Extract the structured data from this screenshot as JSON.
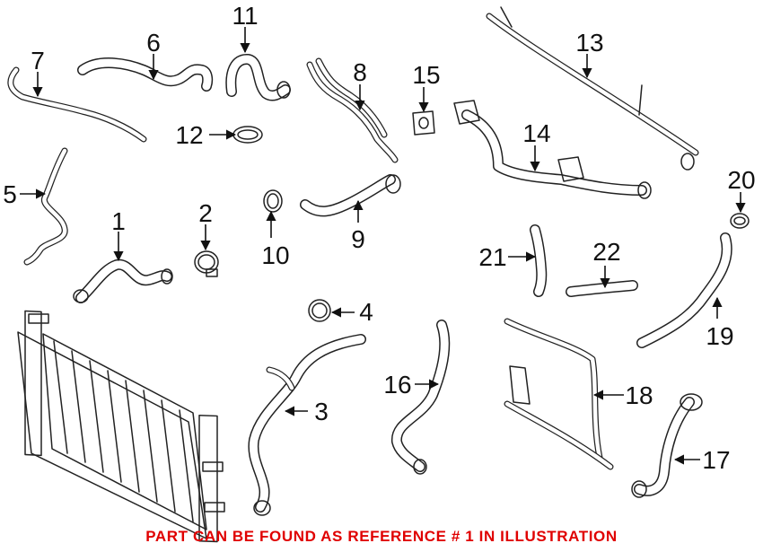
{
  "callouts": {
    "c1": "1",
    "c2": "2",
    "c3": "3",
    "c4": "4",
    "c5": "5",
    "c6": "6",
    "c7": "7",
    "c8": "8",
    "c9": "9",
    "c10": "10",
    "c11": "11",
    "c12": "12",
    "c13": "13",
    "c14": "14",
    "c15": "15",
    "c16": "16",
    "c17": "17",
    "c18": "18",
    "c19": "19",
    "c20": "20",
    "c21": "21",
    "c22": "22"
  },
  "footer": {
    "note": "PART CAN BE FOUND AS REFERENCE # 1 IN ILLUSTRATION",
    "note_color": "#e00000"
  }
}
